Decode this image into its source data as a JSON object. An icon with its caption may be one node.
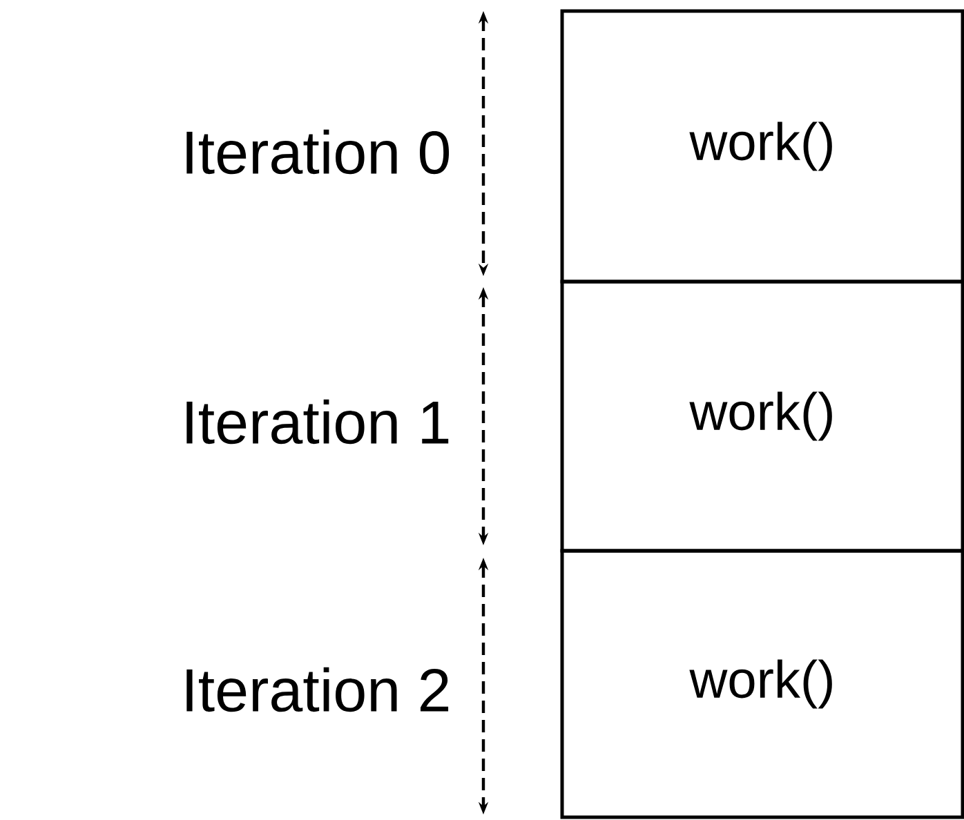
{
  "diagram": {
    "nodes": [
      {
        "text": [
          "work()"
        ]
      },
      {
        "text": [
          "work()"
        ]
      },
      {
        "text": [
          "work()"
        ]
      }
    ],
    "labels": [
      "Iteration 0",
      "Iteration 1",
      "Iteration 2"
    ]
  }
}
